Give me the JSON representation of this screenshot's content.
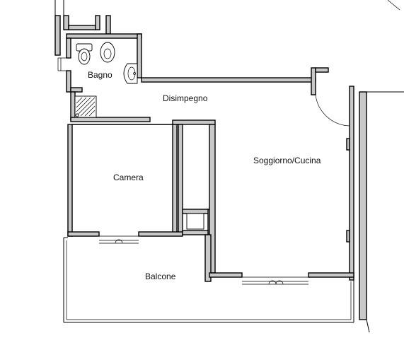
{
  "rooms": {
    "bathroom": "Bagno",
    "hallway": "Disimpegno",
    "living_kitchen": "Soggiorno/Cucina",
    "bedroom": "Camera",
    "balcony": "Balcone"
  },
  "colors": {
    "wall_fill": "#c8c8c8",
    "outline": "#000000",
    "background": "#ffffff"
  }
}
